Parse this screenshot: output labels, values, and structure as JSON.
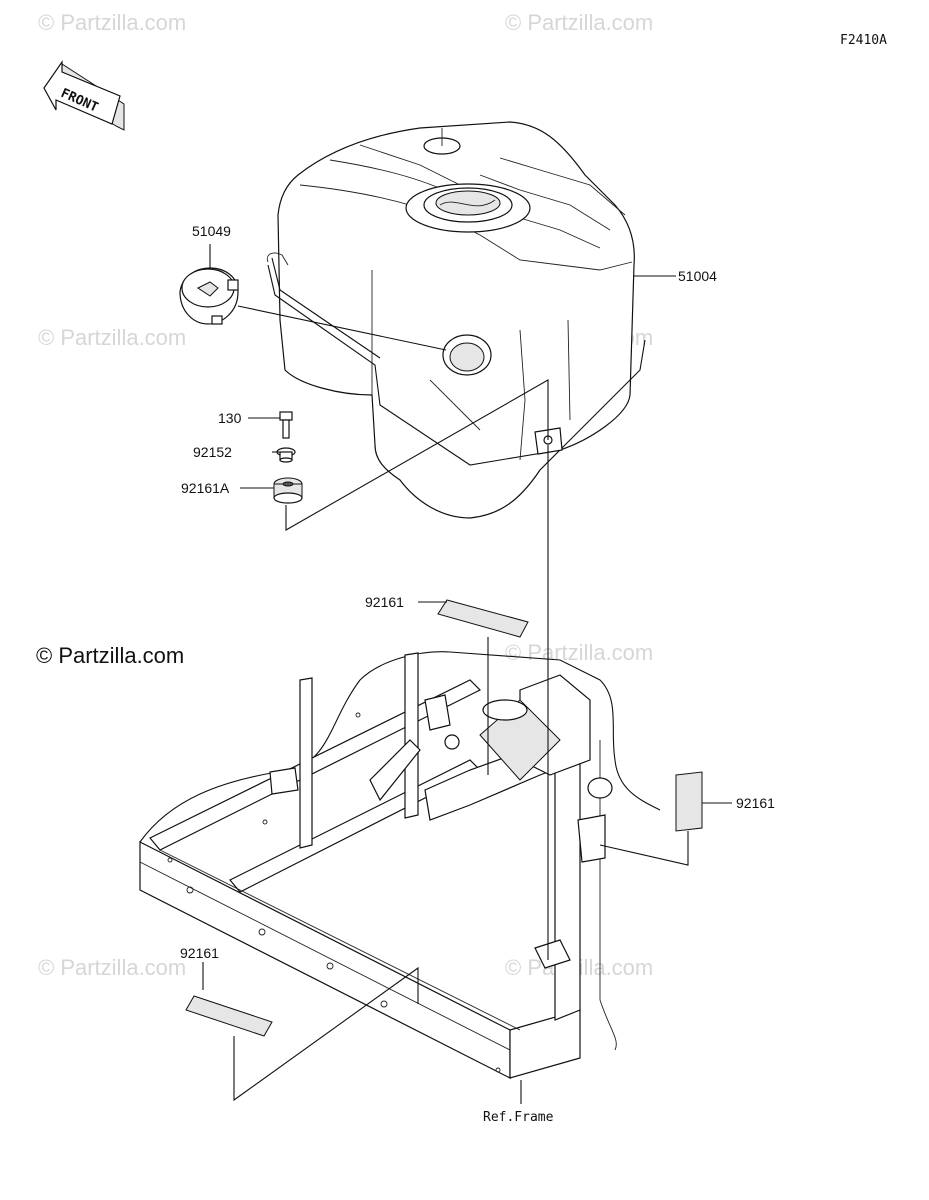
{
  "figure_id": "F2410A",
  "front_label": "FRONT",
  "copyright": "© Partzilla.com",
  "watermark": "© Partzilla.com",
  "parts": {
    "fuel_cap": "51049",
    "fuel_tank": "51004",
    "bolt": "130",
    "collar": "92152",
    "damper_a": "92161A",
    "pad_top": "92161",
    "pad_right": "92161",
    "pad_left": "92161"
  },
  "ref_frame": "Ref.Frame"
}
